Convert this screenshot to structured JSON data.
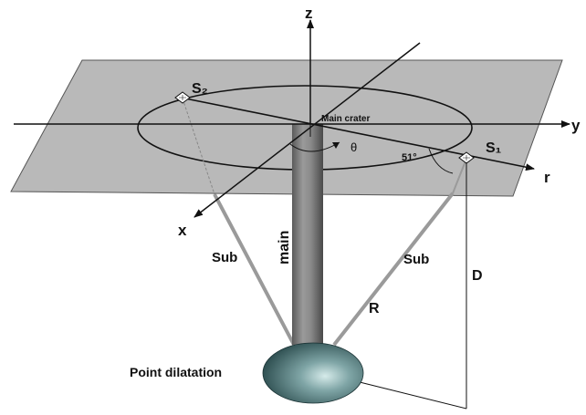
{
  "labels": {
    "z_axis": "z",
    "y_axis": "y",
    "x_axis": "x",
    "r_axis": "r",
    "theta": "θ",
    "angle": "51°",
    "main_crater": "Main crater",
    "s2": "S₂",
    "s1": "S₁",
    "main": "main",
    "sub_left": "Sub",
    "sub_right": "Sub",
    "radius": "R",
    "depth": "D",
    "point_dilatation": "Point dilatation"
  },
  "colors": {
    "plane_fill": "#b9b9b9",
    "plane_stroke": "#555555",
    "column_mid": "#7a7a7a",
    "sphere_highlight": "#cfe3e3",
    "sphere_dark": "#244648",
    "ink": "#111111"
  },
  "icons": {
    "station_marker": "diamond-icon",
    "axis_arrow": "arrowhead-icon"
  }
}
